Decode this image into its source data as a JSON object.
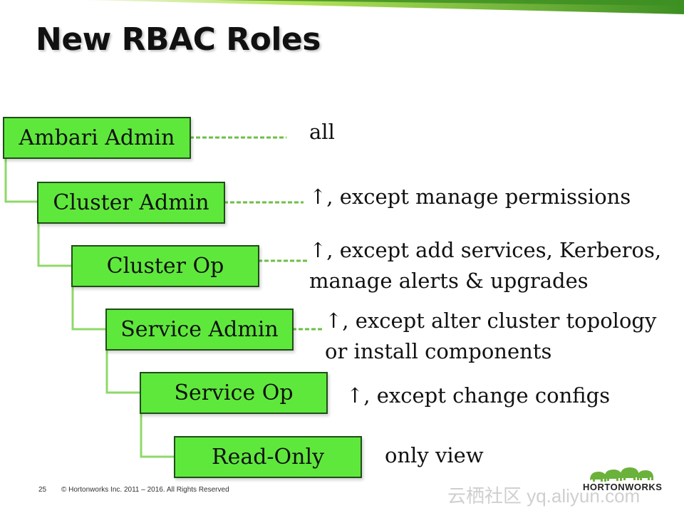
{
  "slide": {
    "title": "New RBAC Roles",
    "page_number": "25",
    "copyright": "© Hortonworks Inc. 2011 – 2016. All Rights Reserved",
    "logo_text": "HORTONWORKS",
    "watermark": "云栖社区 yq.aliyun.com"
  },
  "roles": [
    {
      "label": "Ambari Admin",
      "description": [
        "all"
      ]
    },
    {
      "label": "Cluster Admin",
      "description": [
        "↑, except manage permissions"
      ]
    },
    {
      "label": "Cluster Op",
      "description": [
        "↑, except add services, Kerberos,",
        "manage alerts & upgrades"
      ]
    },
    {
      "label": "Service Admin",
      "description": [
        "↑, except alter cluster topology",
        "or install components"
      ]
    },
    {
      "label": "Service Op",
      "description": [
        "↑, except change configs"
      ]
    },
    {
      "label": "Read-Only",
      "description": [
        "only view"
      ]
    }
  ],
  "colors": {
    "box_fill": "#5fe83c",
    "box_border": "#1f4d18",
    "connector": "#8fd86a",
    "top_bar_dark": "#3d8f22",
    "top_bar_light": "#b6e35a",
    "logo_green": "#6ab23b"
  }
}
